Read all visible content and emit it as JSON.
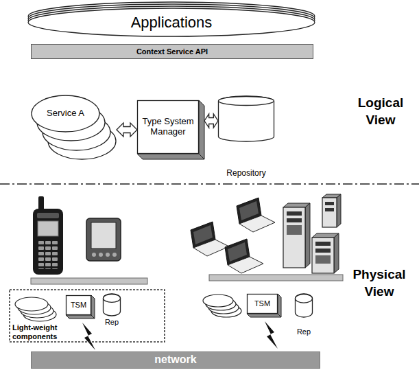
{
  "diagram": {
    "nodes": [
      {
        "text": [
          "Applications"
        ]
      },
      {
        "text": [
          "Context Service API"
        ]
      },
      {
        "text": [
          "Service A"
        ]
      },
      {
        "text": [
          "Type System Manager"
        ]
      },
      {
        "text": [
          "Repository"
        ]
      },
      {
        "text": [
          "Light-weight components"
        ]
      },
      {
        "text": [
          "TSM"
        ],
        "in": 5
      },
      {
        "text": [
          "Rep"
        ],
        "in": 5
      },
      {
        "text": [
          "TSM"
        ]
      },
      {
        "text": [
          "Rep"
        ]
      },
      {
        "text": [
          "network"
        ]
      }
    ],
    "edges": [
      {
        "from": 2,
        "to": 3,
        "arrow": "both"
      },
      {
        "from": 3,
        "to": 4,
        "arrow": "both"
      }
    ],
    "labels": [
      "Logical View",
      "Physical View"
    ]
  }
}
